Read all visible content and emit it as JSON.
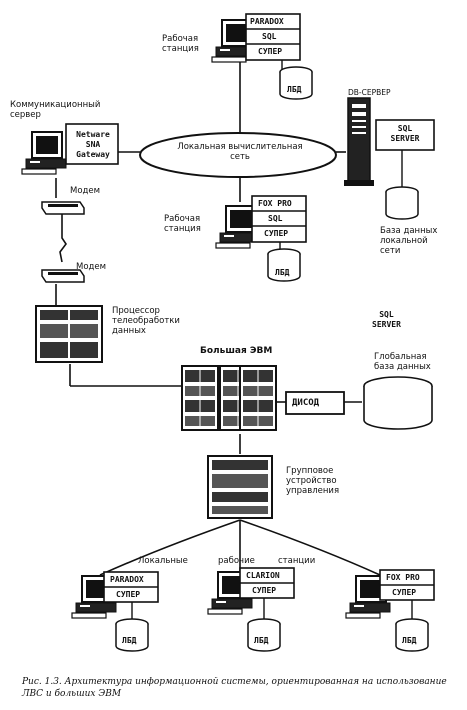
{
  "nodes": {
    "ws_top": {
      "label": "Рабочая\nстанция",
      "sw": [
        "PARADOX",
        "SQL",
        "СУПЕР"
      ],
      "db": "ЛБД"
    },
    "comm": {
      "label": "Коммуникационный\nсервер",
      "sw": [
        "Netware\nSNA\nGateway"
      ]
    },
    "lan": {
      "label": "Локальная вычислительная\nсеть"
    },
    "db_server": {
      "label": "DB-СЕРВЕР",
      "sw": [
        "SQL\nSERVER"
      ],
      "db_label": "База данных\nлокальной\nсети"
    },
    "ws_mid": {
      "label": "Рабочая\nстанция",
      "sw": [
        "FOX PRO",
        "SQL",
        "СУПЕР"
      ],
      "db": "ЛБД"
    },
    "modem1": {
      "label": "Модем"
    },
    "modem2": {
      "label": "Модем"
    },
    "processor": {
      "label": "Процессор\nтелеобработки\nданных"
    },
    "sql_server_text": {
      "label": "SQL\nSERVER"
    },
    "mainframe": {
      "label": "Большая ЭВМ",
      "sw": [
        "ДИСОД"
      ]
    },
    "global_db": {
      "label": "Глобальная\nбаза данных"
    },
    "group_ctrl": {
      "label": "Групповое\nустройство\nуправления"
    },
    "local_ws": {
      "label_left": "Локальные",
      "label_mid": "рабочие",
      "label_right": "станции"
    },
    "ws_bl": {
      "sw": [
        "PARADOX",
        "СУПЕР"
      ],
      "db": "ЛБД"
    },
    "ws_bm": {
      "sw": [
        "CLARION",
        "СУПЕР"
      ],
      "db": "ЛБД"
    },
    "ws_br": {
      "sw": [
        "FOX PRO",
        "СУПЕР"
      ],
      "db": "ЛБД"
    }
  },
  "caption": "Рис. 1.3. Архитектура информационной системы, ориентированная на использование ЛВС и больших ЭВМ"
}
